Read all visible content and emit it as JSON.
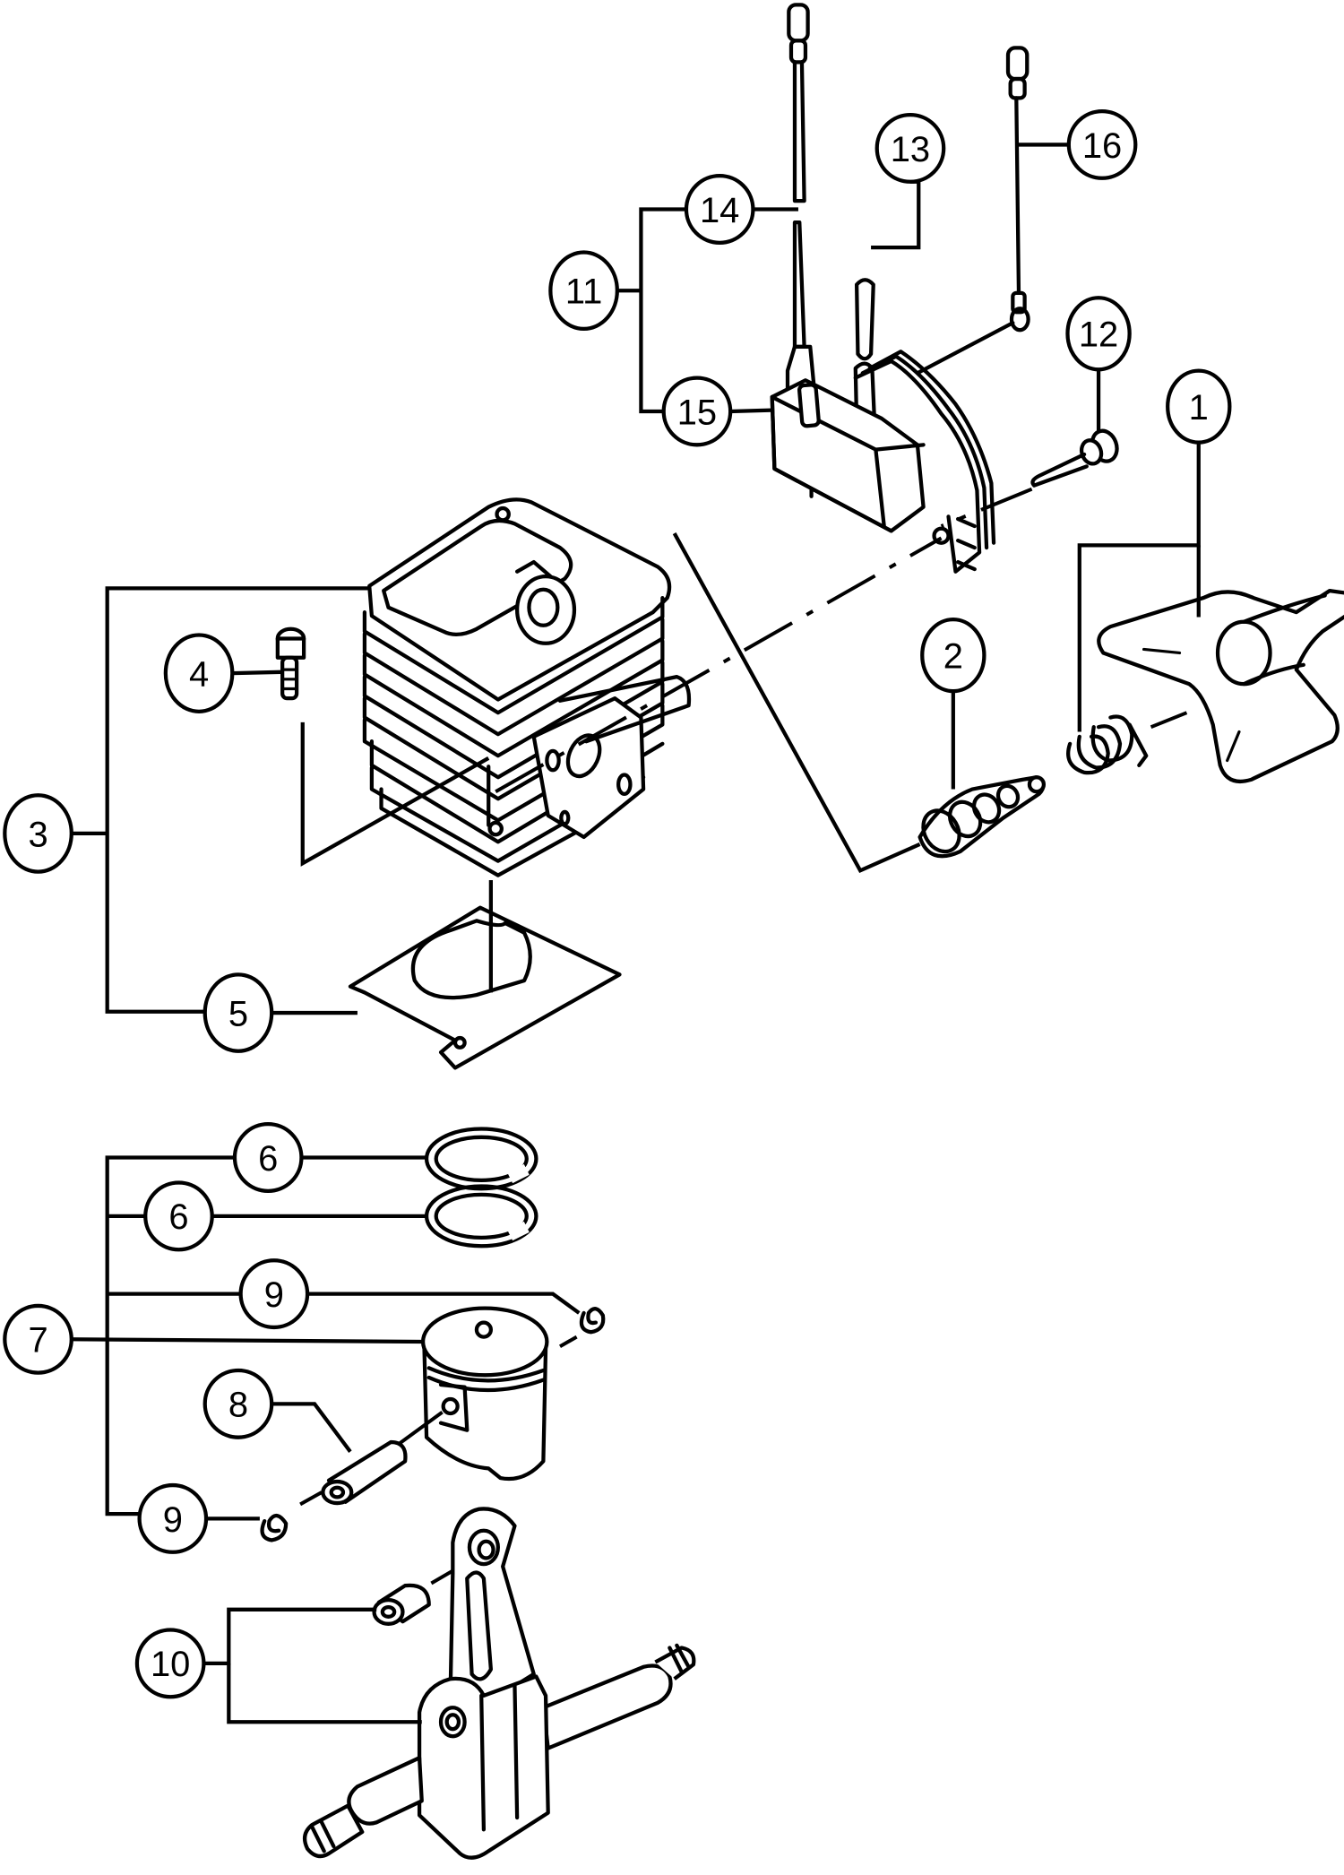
{
  "diagram": {
    "type": "exploded-parts-view",
    "callouts": {
      "c1": "1",
      "c2": "2",
      "c3": "3",
      "c4": "4",
      "c5": "5",
      "c6a": "6",
      "c6b": "6",
      "c7": "7",
      "c8": "8",
      "c9a": "9",
      "c9b": "9",
      "c10": "10",
      "c11": "11",
      "c12": "12",
      "c13": "13",
      "c14": "14",
      "c15": "15",
      "c16": "16"
    }
  }
}
